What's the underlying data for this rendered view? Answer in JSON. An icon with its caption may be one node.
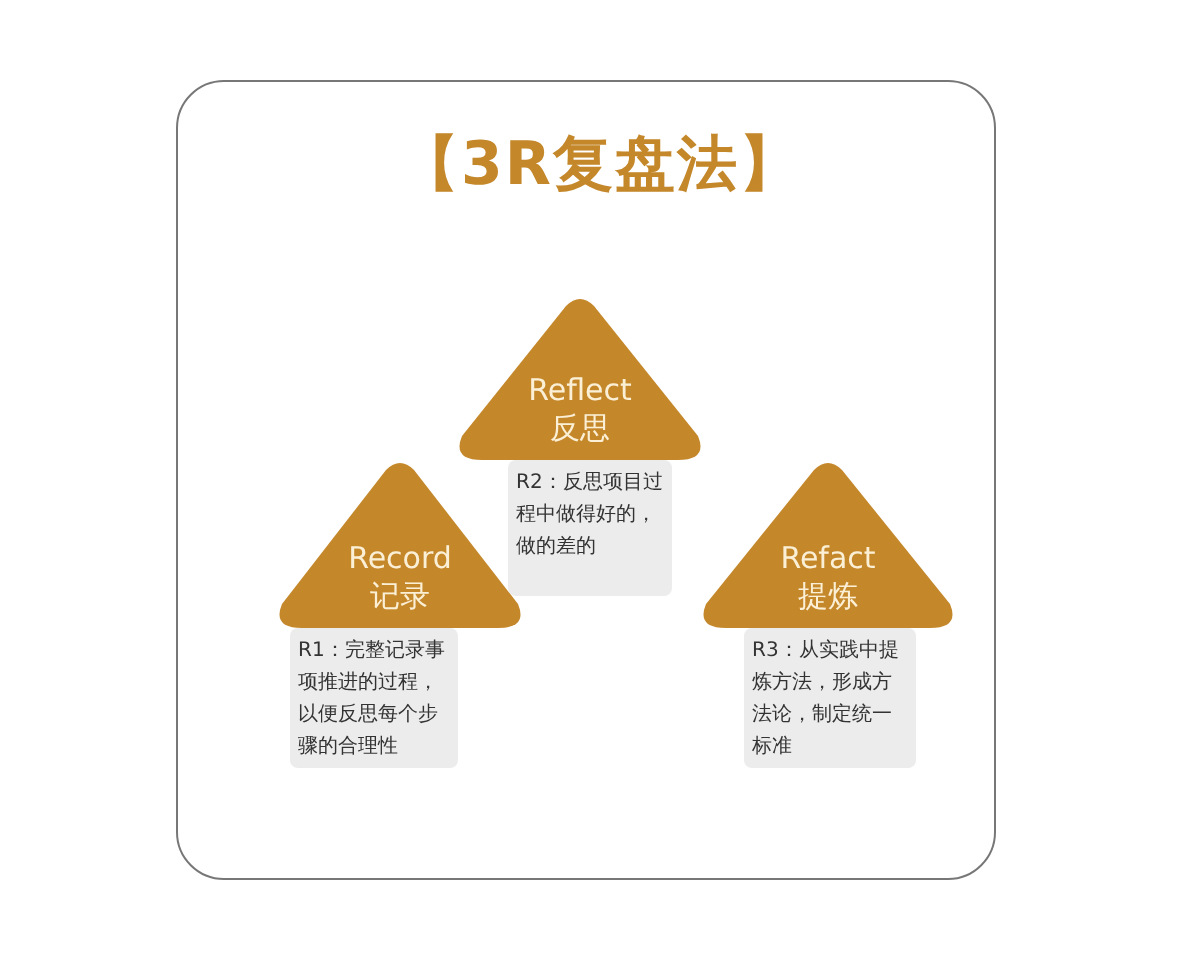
{
  "diagram": {
    "title": "【3R复盘法】",
    "nodes": [
      {
        "text": [
          "Record",
          "记录"
        ]
      },
      {
        "text": [
          "R1：完整记录事项推进的过程，以便反思每个步骤的合理性"
        ]
      },
      {
        "text": [
          "Reflect",
          "反思"
        ]
      },
      {
        "text": [
          "R2：反思项目过程中做得好的，做的差的"
        ]
      },
      {
        "text": [
          "Refact",
          "提炼"
        ]
      },
      {
        "text": [
          "R3：从实践中提炼方法，形成方法论，制定统一标准"
        ]
      }
    ]
  }
}
